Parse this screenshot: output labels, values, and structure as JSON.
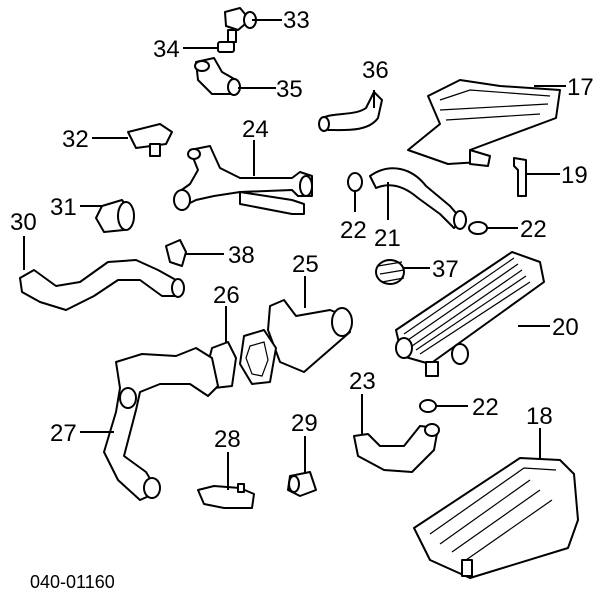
{
  "diagram_code": "040-01160",
  "callouts": [
    {
      "id": "33",
      "label": "33"
    },
    {
      "id": "34",
      "label": "34"
    },
    {
      "id": "35",
      "label": "35"
    },
    {
      "id": "36",
      "label": "36"
    },
    {
      "id": "17",
      "label": "17"
    },
    {
      "id": "32",
      "label": "32"
    },
    {
      "id": "24",
      "label": "24"
    },
    {
      "id": "19",
      "label": "19"
    },
    {
      "id": "31",
      "label": "31"
    },
    {
      "id": "22a",
      "label": "22"
    },
    {
      "id": "21",
      "label": "21"
    },
    {
      "id": "22b",
      "label": "22"
    },
    {
      "id": "30",
      "label": "30"
    },
    {
      "id": "38",
      "label": "38"
    },
    {
      "id": "25",
      "label": "25"
    },
    {
      "id": "37",
      "label": "37"
    },
    {
      "id": "26",
      "label": "26"
    },
    {
      "id": "20",
      "label": "20"
    },
    {
      "id": "23",
      "label": "23"
    },
    {
      "id": "22c",
      "label": "22"
    },
    {
      "id": "18",
      "label": "18"
    },
    {
      "id": "27",
      "label": "27"
    },
    {
      "id": "28",
      "label": "28"
    },
    {
      "id": "29",
      "label": "29"
    }
  ]
}
